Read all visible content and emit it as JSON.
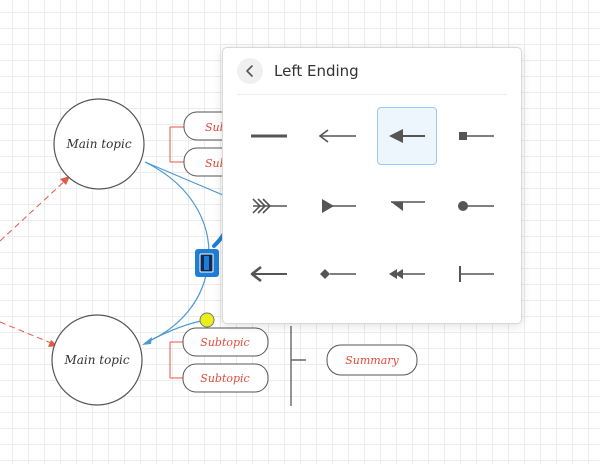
{
  "canvas": {
    "main_topics": [
      "Main topic",
      "Main topic"
    ],
    "subtopics": [
      "Subtopic",
      "Subtopic",
      "Subtopic",
      "Subtopic"
    ],
    "summary": "Summary"
  },
  "panel": {
    "title": "Left Ending",
    "back_icon": "chevron-left-icon",
    "selected": "arrow-filled-left",
    "options": [
      {
        "id": "none"
      },
      {
        "id": "arrow-open-left"
      },
      {
        "id": "arrow-filled-left"
      },
      {
        "id": "square-left"
      },
      {
        "id": "triple-chevron-left"
      },
      {
        "id": "triangle-right"
      },
      {
        "id": "half-arrow-left"
      },
      {
        "id": "dot-left"
      },
      {
        "id": "arrow-bold-left"
      },
      {
        "id": "diamond-left"
      },
      {
        "id": "double-arrow-left"
      },
      {
        "id": "bar-left"
      }
    ]
  },
  "colors": {
    "connector": "#4a9ad4",
    "dashed": "#e05a4a",
    "subtopic_text": "#e04a3a",
    "handle": "#1e7ed6",
    "control_point": "#e8f01a",
    "icon": "#555555"
  }
}
